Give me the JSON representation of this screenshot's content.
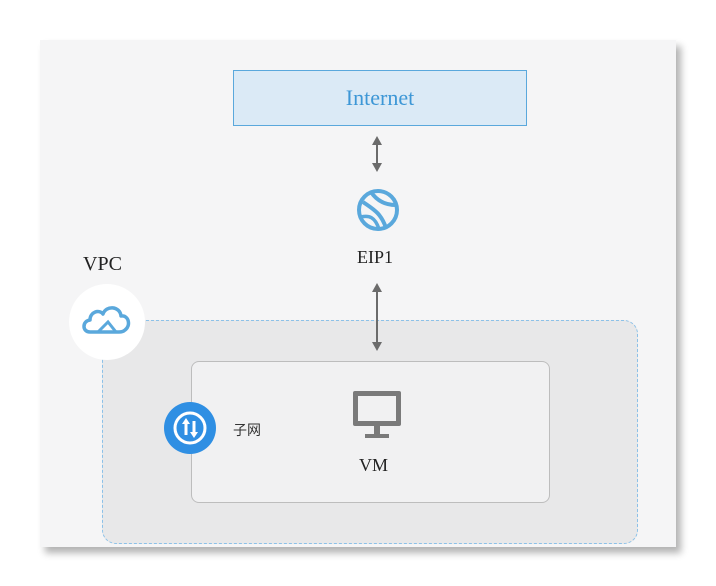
{
  "diagram": {
    "internet_label": "Internet",
    "eip_label": "EIP1",
    "vpc_label": "VPC",
    "subnet_label": "子网",
    "vm_label": "VM"
  },
  "colors": {
    "accent_blue": "#3d97d6",
    "internet_fill": "#dbeaf6",
    "vpc_fill": "#e8e8e9",
    "subnet_icon": "#2f8fe3",
    "vm_icon": "#7a7a7a"
  },
  "icons": {
    "eip": "globe-icon",
    "vpc": "cloud-icon",
    "subnet": "up-down-arrows-icon",
    "vm": "monitor-icon"
  }
}
